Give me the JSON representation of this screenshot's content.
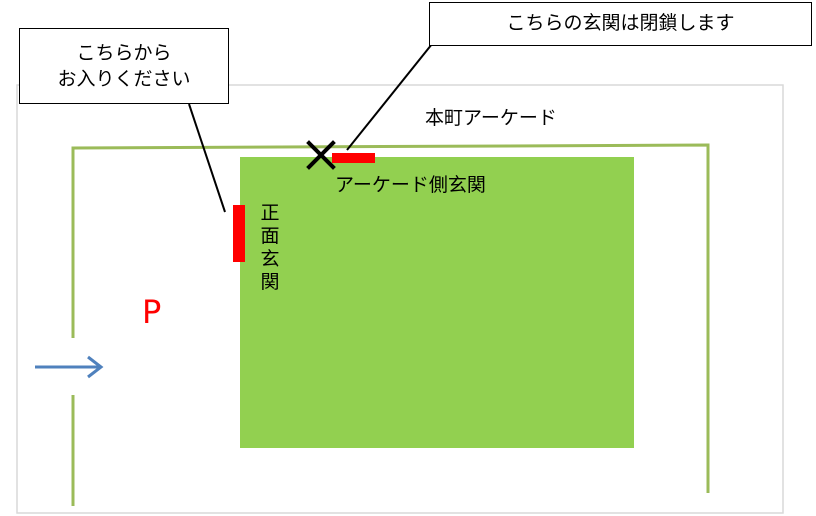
{
  "callouts": {
    "enter_here": [
      "こちらから",
      "お入りください"
    ],
    "closed": "こちらの玄関は閉鎖します"
  },
  "labels": {
    "street": "本町アーケード",
    "arcade_entrance": "アーケード側玄関",
    "front_entrance": [
      "正",
      "面",
      "玄",
      "関"
    ],
    "parking": "P"
  },
  "colors": {
    "building": "#92d050",
    "lot_outline": "#9bbb59",
    "entrance_mark": "#ff0000",
    "parking_text": "#ff0000",
    "arrow": "#4f81bd",
    "frame": "#d9d9d9"
  },
  "icons": {
    "closed_mark": "x-cross-icon",
    "entry_arrow": "right-arrow-icon"
  }
}
